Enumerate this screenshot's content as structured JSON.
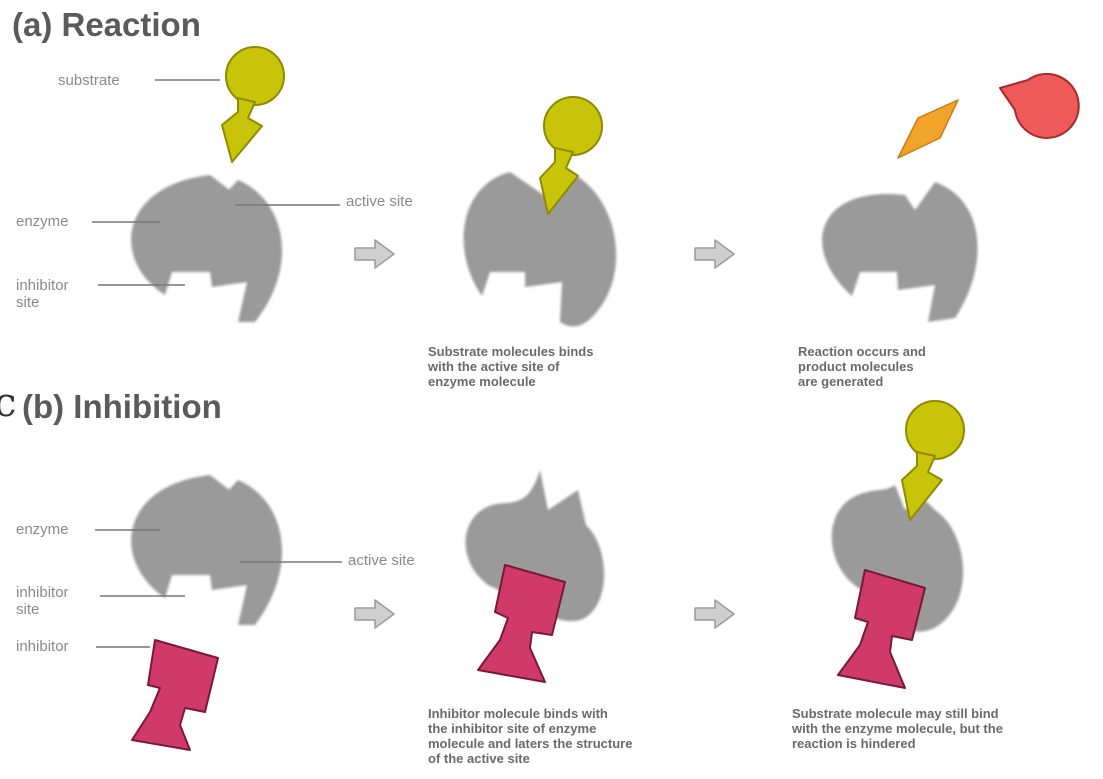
{
  "section_a": {
    "title": "(a) Reaction",
    "labels": {
      "substrate": "substrate",
      "enzyme": "enzyme",
      "inhibitor_site": "inhibitor\nsite",
      "active_site": "active site"
    },
    "caption_binding": "Substrate molecules binds\nwith the active site of\nenzyme molecule",
    "caption_product": "Reaction occurs and\nproduct molecules\nare generated"
  },
  "section_b": {
    "title": "(b) Inhibition",
    "edge_mark": "c",
    "labels": {
      "enzyme": "enzyme",
      "inhibitor_site": "inhibitor\nsite",
      "inhibitor": "inhibitor",
      "active_site": "active site"
    },
    "caption_binding": "Inhibitor molecule binds with\nthe inhibitor site of enzyme\nmolecule and laters the structure\nof the active site",
    "caption_hindered": "Substrate molecule may still bind\nwith the enzyme molecule, but the\nreaction is hindered"
  },
  "colors": {
    "enzyme": "#9a9a9a",
    "substrate": "#c8c40a",
    "substrate_stroke": "#8f8a00",
    "inhibitor": "#d03a6a",
    "inhibitor_stroke": "#7a1838",
    "product_orange": "#f2a42a",
    "product_red": "#ee5a5a",
    "arrow": "#cfcfcf",
    "arrow_stroke": "#9a9a9a",
    "label_line": "#777777"
  }
}
